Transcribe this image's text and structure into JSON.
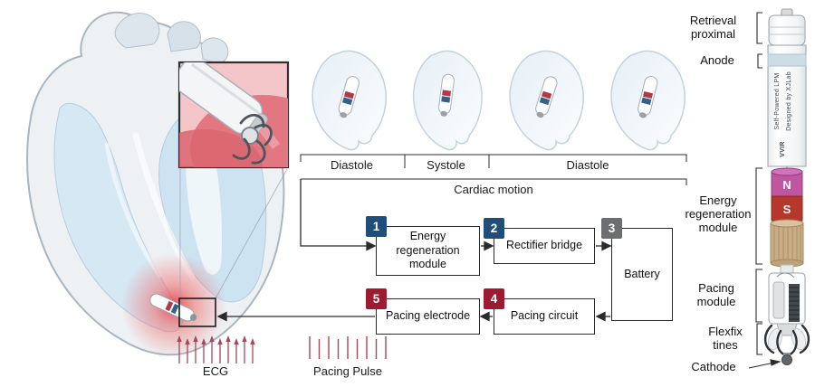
{
  "phases": {
    "segments": [
      {
        "label": "Diastole"
      },
      {
        "label": "Systole"
      },
      {
        "label": "Diastole"
      }
    ],
    "caption": "Cardiac motion"
  },
  "flow": {
    "box1": {
      "num": "1",
      "label": "Energy regeneration module"
    },
    "box2": {
      "num": "2",
      "label": "Rectifier bridge"
    },
    "box3": {
      "num": "3",
      "label": "Battery"
    },
    "box4": {
      "num": "4",
      "label": "Pacing circuit"
    },
    "box5": {
      "num": "5",
      "label": "Pacing electrode"
    }
  },
  "signals": {
    "ecg_label": "ECG",
    "pacing_pulse_label": "Pacing Pulse"
  },
  "device": {
    "retrieval_label": "Retrieval proximal",
    "anode_label": "Anode",
    "energy_module_label": "Energy regeneration module",
    "pacing_module_label": "Pacing module",
    "tines_label": "Flexfix tines",
    "cathode_label": "Cathode",
    "body_text_left": "Self-Powered LPM",
    "body_text_right": "Designed by XJLab",
    "mode_text": "VVIR",
    "magnet_n_label": "N",
    "magnet_s_label": "S"
  },
  "colors": {
    "badge_blue": "#1e4e79",
    "badge_gray": "#6d6e71",
    "badge_red": "#9c1b30",
    "pulse_red": "#a6485a",
    "magnet_n_fill": "#c0569f",
    "magnet_s_fill": "#b5382c"
  }
}
